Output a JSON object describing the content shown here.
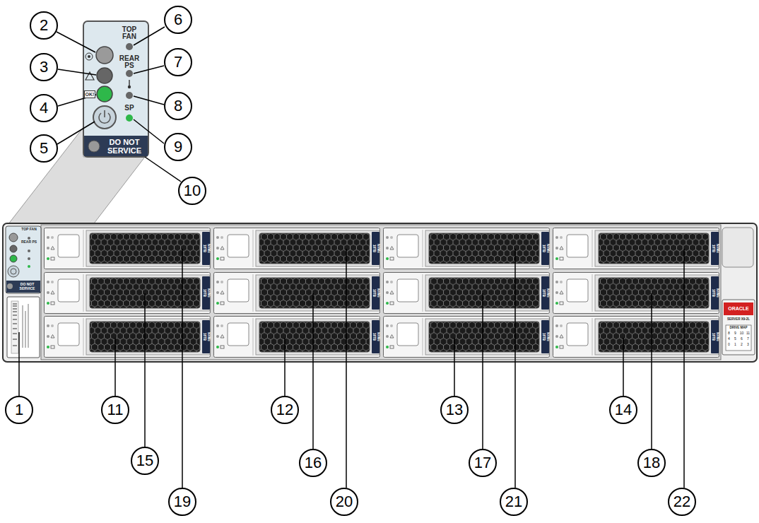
{
  "diagram": {
    "labels": [
      "1",
      "2",
      "3",
      "4",
      "5",
      "6",
      "7",
      "8",
      "9",
      "10",
      "11",
      "12",
      "13",
      "14",
      "15",
      "16",
      "17",
      "18",
      "19",
      "20",
      "21",
      "22",
      "TOP FAN",
      "REAR PS",
      "SP",
      "OK!",
      "DO NOT SERVICE",
      "TOP FAN",
      "REAR PS",
      "DO NOT SERVICE",
      "NVMe",
      "18TB",
      "NVMe",
      "18TB",
      "NVMe",
      "18TB",
      "NVMe",
      "18TB",
      "NVMe",
      "18TB",
      "NVMe",
      "18TB",
      "NVMe",
      "18TB",
      "NVMe",
      "18TB",
      "NVMe",
      "18TB",
      "NVMe",
      "18TB",
      "NVMe",
      "18TB",
      "NVMe",
      "18TB",
      "ORACLE",
      "SERVER X9-2L",
      "DRIVE MAP",
      "8",
      "9",
      "10",
      "11",
      "4",
      "5",
      "6",
      "7",
      "0",
      "1",
      "2",
      "3"
    ]
  }
}
